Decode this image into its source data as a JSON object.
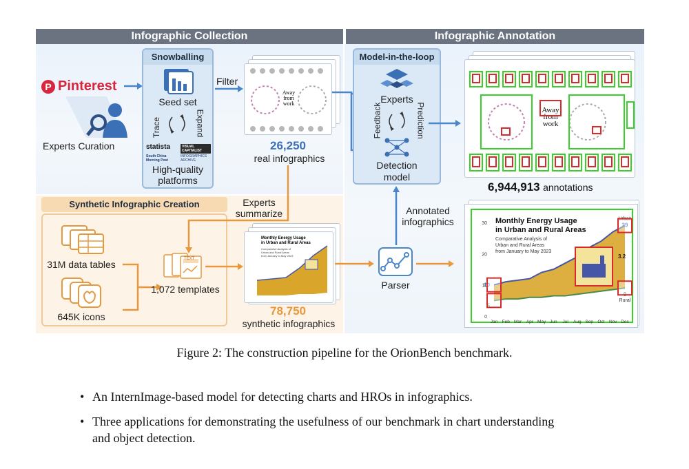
{
  "collection": {
    "header": "Infographic Collection",
    "snowballing_title": "Snowballing",
    "pinterest_label": "Pinterest",
    "experts_curation": "Experts Curation",
    "seed_set": "Seed set",
    "trace": "Trace",
    "expand": "Expand",
    "platforms_logos": [
      "statista",
      "VISUAL CAPITALIST",
      "South China Morning Post",
      "INFOGRAPHICS ARCHIVE"
    ],
    "platforms_label": "High-quality\nplatforms",
    "filter": "Filter",
    "real_count": "26,250",
    "real_label": "real infographics"
  },
  "synthetic": {
    "title": "Synthetic Infographic Creation",
    "data_tables": "31M data tables",
    "icons": "645K icons",
    "templates": "1,072 templates",
    "template_text": "TEXT",
    "experts_summarize": "Experts\nsummarize",
    "synth_count": "78,750",
    "synth_label": "synthetic infographics"
  },
  "annotation": {
    "header": "Infographic Annotation",
    "mitl_title": "Model-in-the-loop",
    "experts": "Experts",
    "feedback": "Feedback",
    "prediction": "Prediction",
    "detection_model": "Detection\nmodel",
    "annotated": "Annotated\ninfographics",
    "parser": "Parser",
    "annotations_count": "6,944,913",
    "annotations_label": "annotations",
    "away_text": "Away\nfrom\nwork"
  },
  "example_chart": {
    "title": "Monthly Energy Usage\nin Urban and Rural Areas",
    "subtitle": "Comparative Analysis of\nUrban and Rural Areas\nfrom January to May 2023",
    "urban_label": "Urban",
    "rural_label": "Rural",
    "annot_urban_end": "29",
    "annot_rural_end": "9",
    "annot_start_urban": "10",
    "annot_start_rural": "5",
    "annot_mid": "3.2",
    "yticks": [
      "0",
      "10",
      "20",
      "30"
    ]
  },
  "chart_data": {
    "type": "area",
    "x": [
      "Jan",
      "Feb",
      "Mar",
      "Apr",
      "May",
      "Jun",
      "Jul",
      "Aug",
      "Sep",
      "Oct",
      "Nov",
      "Dec"
    ],
    "series": [
      {
        "name": "Urban",
        "values": [
          10,
          11,
          11.5,
          12,
          14,
          15,
          17,
          19,
          22,
          24,
          27,
          29
        ]
      },
      {
        "name": "Rural",
        "values": [
          5,
          5.5,
          5.5,
          6,
          6,
          6.5,
          6.5,
          7,
          7.5,
          8,
          8.5,
          9
        ]
      }
    ],
    "ylim": [
      0,
      30
    ],
    "yticks": [
      0,
      10,
      20,
      30
    ],
    "colors": {
      "urban_line": "#4657a8",
      "rural_line": "#4a8a4a",
      "fill": "#d9a52b"
    }
  },
  "caption": "Figure 2: The construction pipeline for the OrionBench benchmark.",
  "bullets": [
    "An InternImage-based model for detecting charts and HROs in infographics.",
    "Three applications for demonstrating the usefulness of our benchmark in chart understanding\nand object detection."
  ]
}
